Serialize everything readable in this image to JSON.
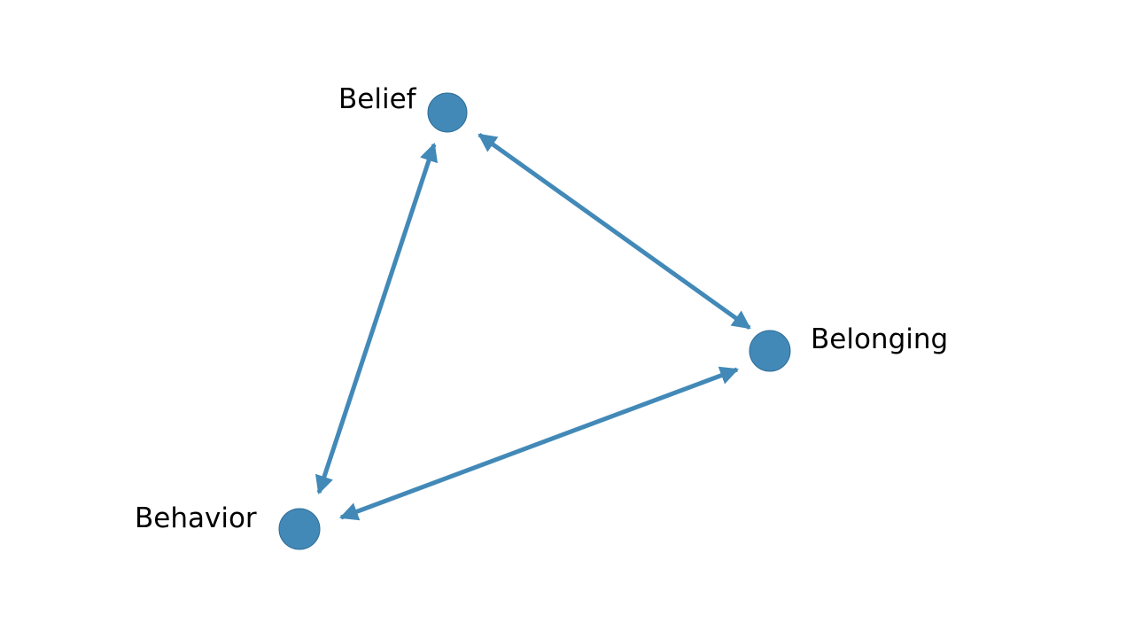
{
  "nodes": {
    "belief": {
      "label": "Belief"
    },
    "belonging": {
      "label": "Belonging"
    },
    "behavior": {
      "label": "Behavior"
    }
  },
  "edges": [
    {
      "from": "belief",
      "to": "belonging",
      "bidirectional": true
    },
    {
      "from": "belief",
      "to": "behavior",
      "bidirectional": true
    },
    {
      "from": "behavior",
      "to": "belonging",
      "bidirectional": true
    }
  ],
  "colors": {
    "node_fill": "#4289b8",
    "node_stroke": "#2e6d97",
    "arrow": "#4289b8",
    "label_text": "#000000"
  }
}
